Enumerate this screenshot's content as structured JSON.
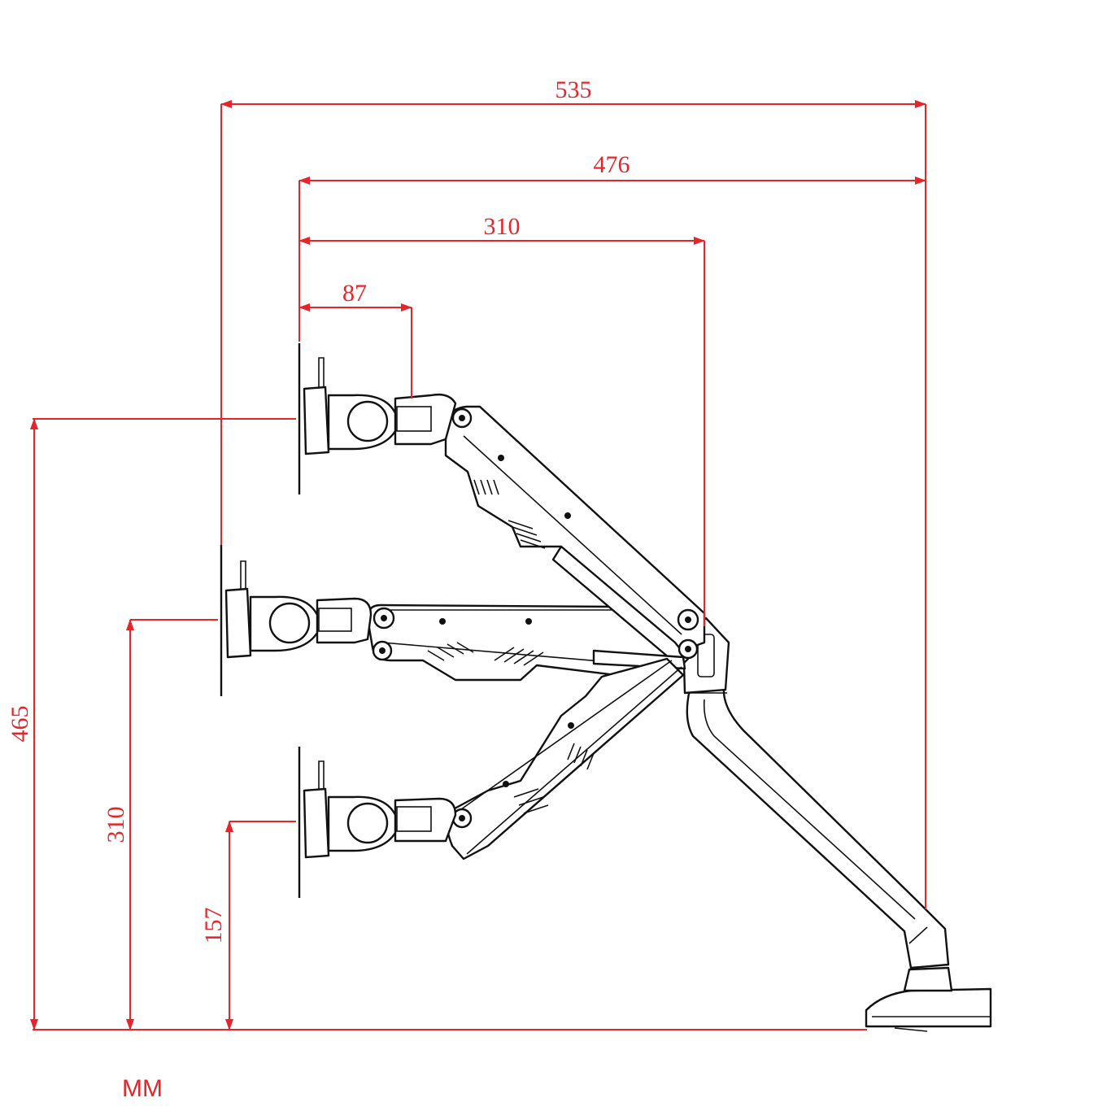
{
  "colors": {
    "dimension": "#e5252a",
    "outline": "#111111",
    "background": "#ffffff"
  },
  "dimensions": {
    "horizontal": [
      {
        "label": "535"
      },
      {
        "label": "476"
      },
      {
        "label": "310"
      },
      {
        "label": "87"
      }
    ],
    "vertical": [
      {
        "label": "465"
      },
      {
        "label": "310"
      },
      {
        "label": "157"
      }
    ]
  },
  "unit": "MM"
}
